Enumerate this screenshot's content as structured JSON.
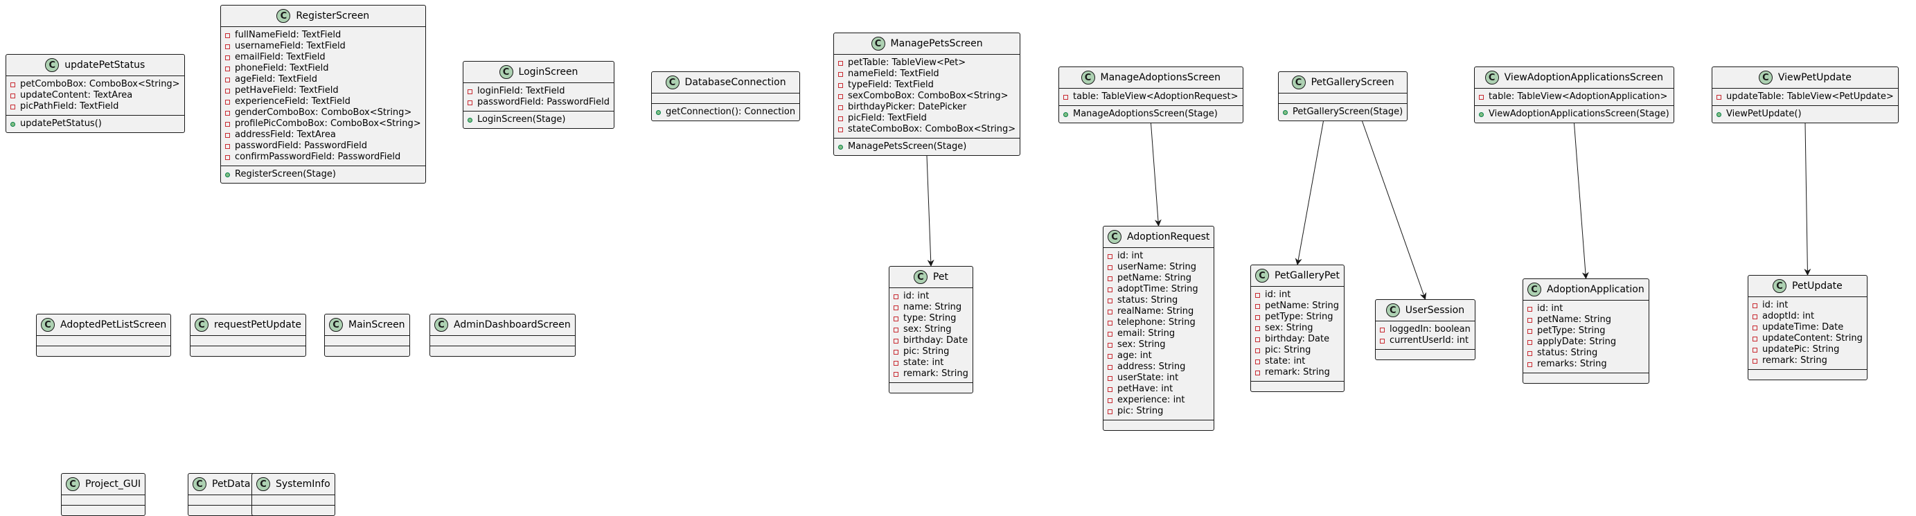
{
  "diagram": {
    "classes": [
      {
        "id": "updatePetStatus",
        "name": "updatePetStatus",
        "fields": [
          {
            "vis": "private",
            "text": "petComboBox: ComboBox<String>"
          },
          {
            "vis": "private",
            "text": "updateContent: TextArea"
          },
          {
            "vis": "private",
            "text": "picPathField: TextField"
          }
        ],
        "methods": [
          {
            "vis": "public",
            "text": "updatePetStatus()"
          }
        ]
      },
      {
        "id": "RegisterScreen",
        "name": "RegisterScreen",
        "fields": [
          {
            "vis": "private",
            "text": "fullNameField: TextField"
          },
          {
            "vis": "private",
            "text": "usernameField: TextField"
          },
          {
            "vis": "private",
            "text": "emailField: TextField"
          },
          {
            "vis": "private",
            "text": "phoneField: TextField"
          },
          {
            "vis": "private",
            "text": "ageField: TextField"
          },
          {
            "vis": "private",
            "text": "petHaveField: TextField"
          },
          {
            "vis": "private",
            "text": "experienceField: TextField"
          },
          {
            "vis": "private",
            "text": "genderComboBox: ComboBox<String>"
          },
          {
            "vis": "private",
            "text": "profilePicComboBox: ComboBox<String>"
          },
          {
            "vis": "private",
            "text": "addressField: TextArea"
          },
          {
            "vis": "private",
            "text": "passwordField: PasswordField"
          },
          {
            "vis": "private",
            "text": "confirmPasswordField: PasswordField"
          }
        ],
        "methods": [
          {
            "vis": "public",
            "text": "RegisterScreen(Stage)"
          }
        ]
      },
      {
        "id": "LoginScreen",
        "name": "LoginScreen",
        "fields": [
          {
            "vis": "private",
            "text": "loginField: TextField"
          },
          {
            "vis": "private",
            "text": "passwordField: PasswordField"
          }
        ],
        "methods": [
          {
            "vis": "public",
            "text": "LoginScreen(Stage)"
          }
        ]
      },
      {
        "id": "DatabaseConnection",
        "name": "DatabaseConnection",
        "fields": [],
        "methods": [
          {
            "vis": "public",
            "text": "getConnection(): Connection"
          }
        ]
      },
      {
        "id": "ManagePetsScreen",
        "name": "ManagePetsScreen",
        "fields": [
          {
            "vis": "private",
            "text": "petTable: TableView<Pet>"
          },
          {
            "vis": "private",
            "text": "nameField: TextField"
          },
          {
            "vis": "private",
            "text": "typeField: TextField"
          },
          {
            "vis": "private",
            "text": "sexComboBox: ComboBox<String>"
          },
          {
            "vis": "private",
            "text": "birthdayPicker: DatePicker"
          },
          {
            "vis": "private",
            "text": "picField: TextField"
          },
          {
            "vis": "private",
            "text": "stateComboBox: ComboBox<String>"
          }
        ],
        "methods": [
          {
            "vis": "public",
            "text": "ManagePetsScreen(Stage)"
          }
        ]
      },
      {
        "id": "ManageAdoptionsScreen",
        "name": "ManageAdoptionsScreen",
        "fields": [
          {
            "vis": "private",
            "text": "table: TableView<AdoptionRequest>"
          }
        ],
        "methods": [
          {
            "vis": "public",
            "text": "ManageAdoptionsScreen(Stage)"
          }
        ]
      },
      {
        "id": "PetGalleryScreen",
        "name": "PetGalleryScreen",
        "fields": [],
        "methods": [
          {
            "vis": "public",
            "text": "PetGalleryScreen(Stage)"
          }
        ]
      },
      {
        "id": "ViewAdoptionApplicationsScreen",
        "name": "ViewAdoptionApplicationsScreen",
        "fields": [
          {
            "vis": "private",
            "text": "table: TableView<AdoptionApplication>"
          }
        ],
        "methods": [
          {
            "vis": "public",
            "text": "ViewAdoptionApplicationsScreen(Stage)"
          }
        ]
      },
      {
        "id": "ViewPetUpdate",
        "name": "ViewPetUpdate",
        "fields": [
          {
            "vis": "private",
            "text": "updateTable: TableView<PetUpdate>"
          }
        ],
        "methods": [
          {
            "vis": "public",
            "text": "ViewPetUpdate()"
          }
        ]
      },
      {
        "id": "Pet",
        "name": "Pet",
        "fields": [
          {
            "vis": "private",
            "text": "id: int"
          },
          {
            "vis": "private",
            "text": "name: String"
          },
          {
            "vis": "private",
            "text": "type: String"
          },
          {
            "vis": "private",
            "text": "sex: String"
          },
          {
            "vis": "private",
            "text": "birthday: Date"
          },
          {
            "vis": "private",
            "text": "pic: String"
          },
          {
            "vis": "private",
            "text": "state: int"
          },
          {
            "vis": "private",
            "text": "remark: String"
          }
        ],
        "methods": []
      },
      {
        "id": "AdoptionRequest",
        "name": "AdoptionRequest",
        "fields": [
          {
            "vis": "private",
            "text": "id: int"
          },
          {
            "vis": "private",
            "text": "userName: String"
          },
          {
            "vis": "private",
            "text": "petName: String"
          },
          {
            "vis": "private",
            "text": "adoptTime: String"
          },
          {
            "vis": "private",
            "text": "status: String"
          },
          {
            "vis": "private",
            "text": "realName: String"
          },
          {
            "vis": "private",
            "text": "telephone: String"
          },
          {
            "vis": "private",
            "text": "email: String"
          },
          {
            "vis": "private",
            "text": "sex: String"
          },
          {
            "vis": "private",
            "text": "age: int"
          },
          {
            "vis": "private",
            "text": "address: String"
          },
          {
            "vis": "private",
            "text": "userState: int"
          },
          {
            "vis": "private",
            "text": "petHave: int"
          },
          {
            "vis": "private",
            "text": "experience: int"
          },
          {
            "vis": "private",
            "text": "pic: String"
          }
        ],
        "methods": []
      },
      {
        "id": "PetGalleryPet",
        "name": "PetGalleryPet",
        "fields": [
          {
            "vis": "private",
            "text": "id: int"
          },
          {
            "vis": "private",
            "text": "petName: String"
          },
          {
            "vis": "private",
            "text": "petType: String"
          },
          {
            "vis": "private",
            "text": "sex: String"
          },
          {
            "vis": "private",
            "text": "birthday: Date"
          },
          {
            "vis": "private",
            "text": "pic: String"
          },
          {
            "vis": "private",
            "text": "state: int"
          },
          {
            "vis": "private",
            "text": "remark: String"
          }
        ],
        "methods": []
      },
      {
        "id": "UserSession",
        "name": "UserSession",
        "fields": [
          {
            "vis": "private",
            "text": "loggedIn: boolean"
          },
          {
            "vis": "private",
            "text": "currentUserId: int"
          }
        ],
        "methods": []
      },
      {
        "id": "AdoptionApplication",
        "name": "AdoptionApplication",
        "fields": [
          {
            "vis": "private",
            "text": "id: int"
          },
          {
            "vis": "private",
            "text": "petName: String"
          },
          {
            "vis": "private",
            "text": "petType: String"
          },
          {
            "vis": "private",
            "text": "applyDate: String"
          },
          {
            "vis": "private",
            "text": "status: String"
          },
          {
            "vis": "private",
            "text": "remarks: String"
          }
        ],
        "methods": []
      },
      {
        "id": "PetUpdate",
        "name": "PetUpdate",
        "fields": [
          {
            "vis": "private",
            "text": "id: int"
          },
          {
            "vis": "private",
            "text": "adoptId: int"
          },
          {
            "vis": "private",
            "text": "updateTime: Date"
          },
          {
            "vis": "private",
            "text": "updateContent: String"
          },
          {
            "vis": "private",
            "text": "updatePic: String"
          },
          {
            "vis": "private",
            "text": "remark: String"
          }
        ],
        "methods": []
      },
      {
        "id": "AdoptedPetListScreen",
        "name": "AdoptedPetListScreen",
        "fields": [],
        "methods": []
      },
      {
        "id": "requestPetUpdate",
        "name": "requestPetUpdate",
        "fields": [],
        "methods": []
      },
      {
        "id": "MainScreen",
        "name": "MainScreen",
        "fields": [],
        "methods": []
      },
      {
        "id": "AdminDashboardScreen",
        "name": "AdminDashboardScreen",
        "fields": [],
        "methods": []
      },
      {
        "id": "Project_GUI",
        "name": "Project_GUI",
        "fields": [],
        "methods": []
      },
      {
        "id": "PetData",
        "name": "PetData",
        "fields": [],
        "methods": []
      },
      {
        "id": "SystemInfo",
        "name": "SystemInfo",
        "fields": [],
        "methods": []
      }
    ],
    "relations": [
      {
        "from": "ManagePetsScreen",
        "to": "Pet"
      },
      {
        "from": "ManageAdoptionsScreen",
        "to": "AdoptionRequest"
      },
      {
        "from": "PetGalleryScreen",
        "to": "PetGalleryPet"
      },
      {
        "from": "PetGalleryScreen",
        "to": "UserSession"
      },
      {
        "from": "ViewAdoptionApplicationsScreen",
        "to": "AdoptionApplication"
      },
      {
        "from": "ViewPetUpdate",
        "to": "PetUpdate"
      }
    ]
  }
}
